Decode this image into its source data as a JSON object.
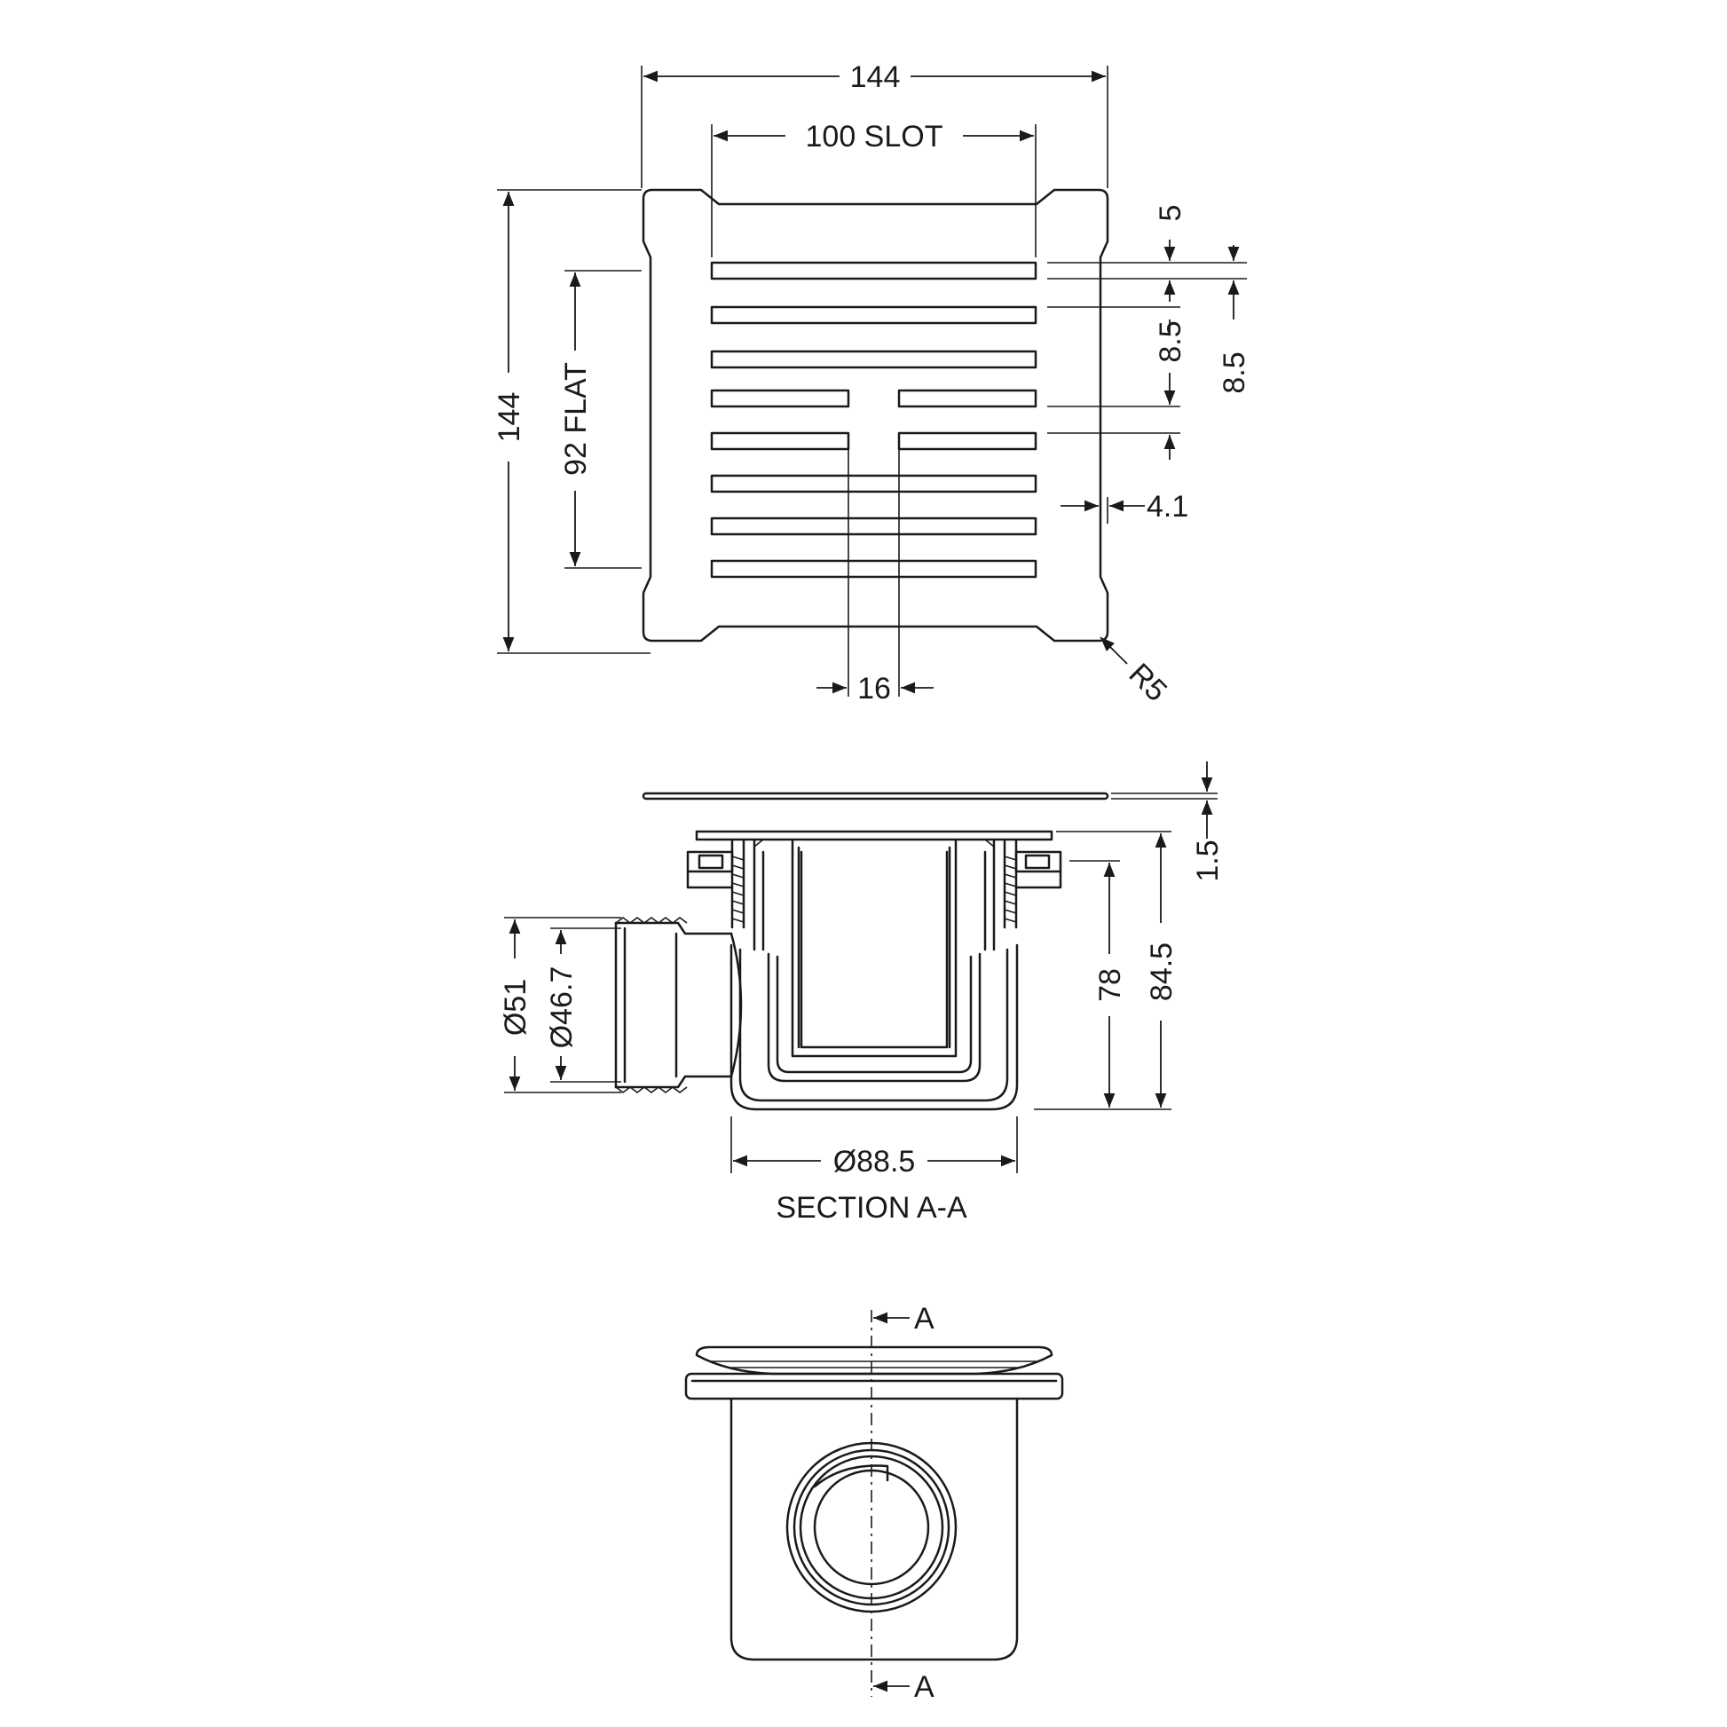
{
  "plan_view": {
    "overall_width": "144",
    "slot_width": "100  SLOT",
    "overall_height": "144",
    "flat_height": "92  FLAT",
    "slot_height": "5",
    "slot_pitch": "8.5",
    "slot_pitch_overall": "8.5",
    "edge_offset": "4.1",
    "centre_gap": "16",
    "corner_radius": "R5"
  },
  "section_view": {
    "grate_thickness": "1.5",
    "body_height": "78",
    "overall_height": "84.5",
    "outlet_outer_diameter": "Ø51",
    "outlet_inner_diameter": "Ø46.7",
    "body_diameter": "Ø88.5",
    "caption": "SECTION A-A"
  },
  "elevation_view": {
    "section_marker_top": "A",
    "section_marker_bottom": "A"
  }
}
